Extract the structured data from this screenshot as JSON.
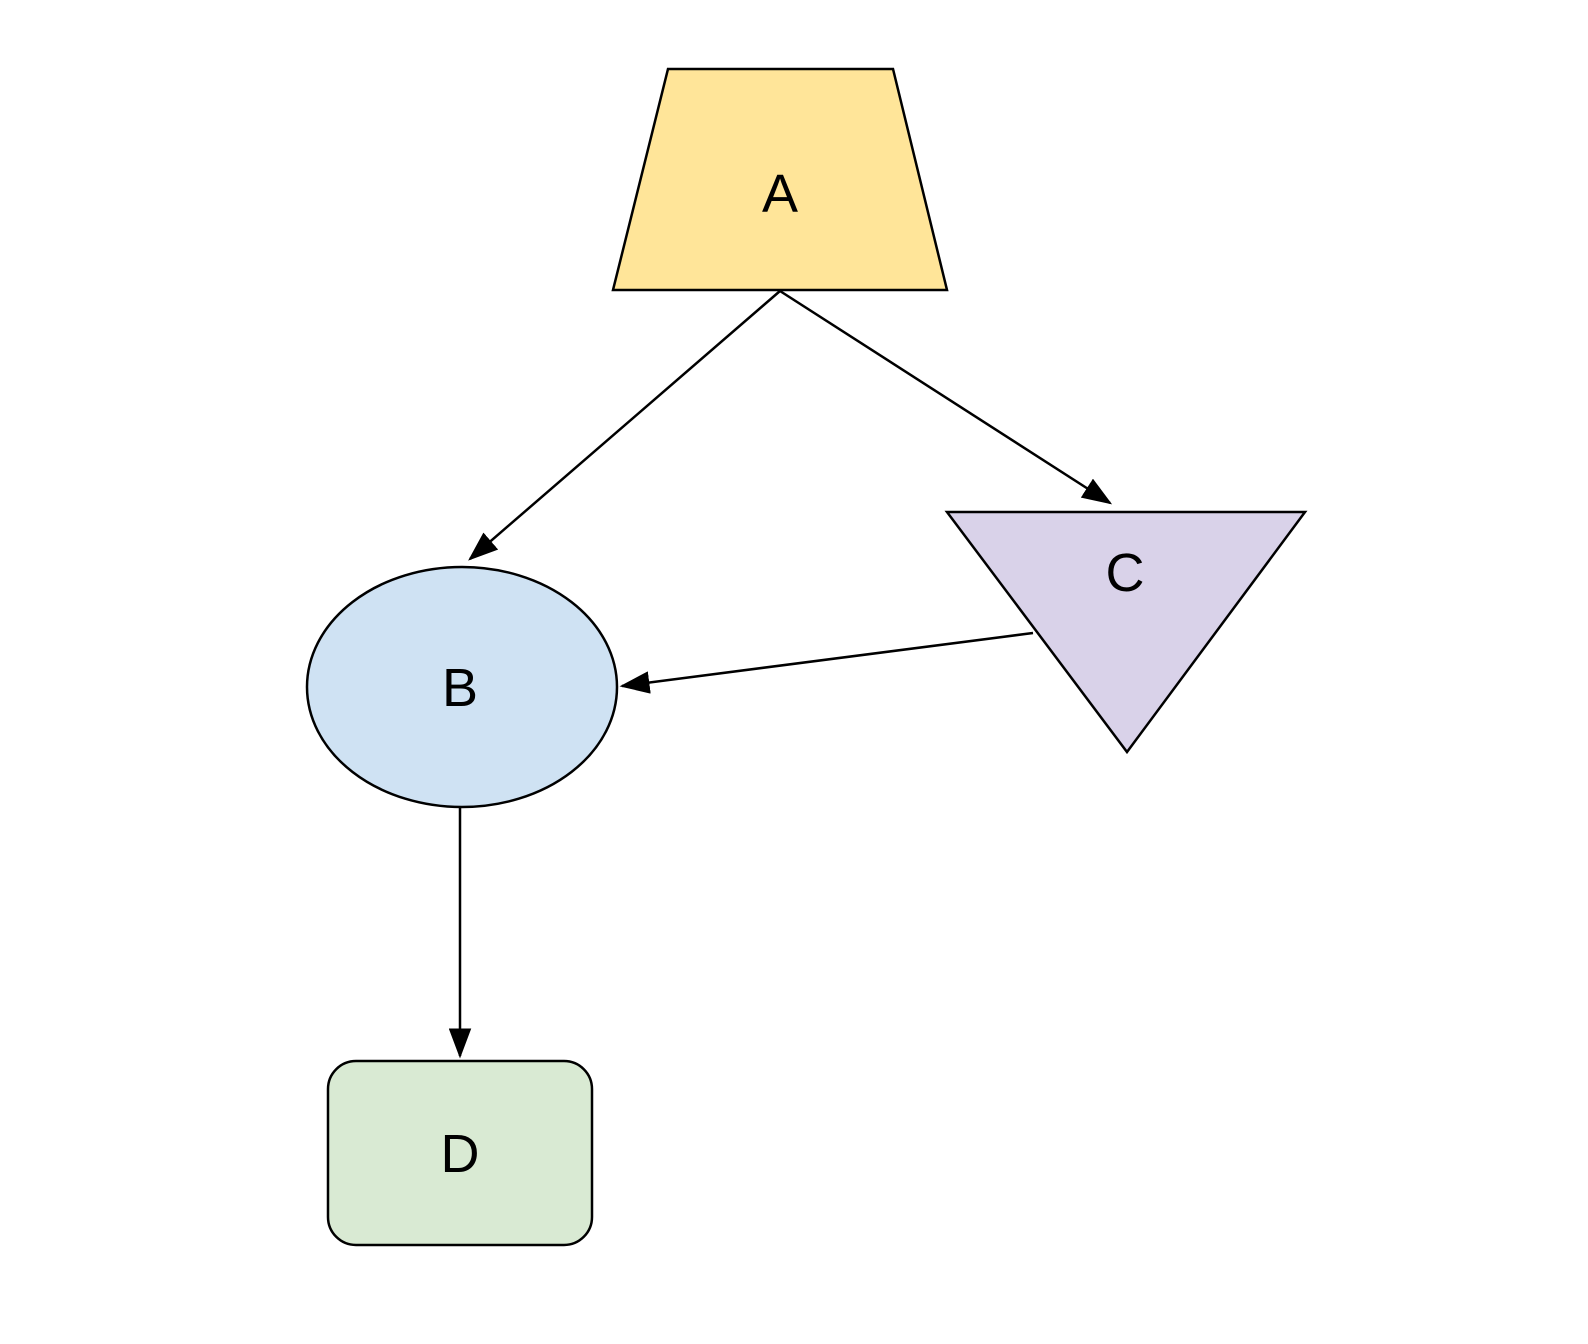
{
  "diagram": {
    "background_color": "#FFFFFF",
    "stroke_color": "#000000",
    "nodes": {
      "A": {
        "label": "A",
        "shape": "trapezoid",
        "fill": "#FFE599"
      },
      "B": {
        "label": "B",
        "shape": "ellipse",
        "fill": "#CFE2F3"
      },
      "C": {
        "label": "C",
        "shape": "inverted-triangle",
        "fill": "#D9D2E9"
      },
      "D": {
        "label": "D",
        "shape": "rounded-rectangle",
        "fill": "#D9EAD3"
      }
    },
    "edges": [
      {
        "from": "A",
        "to": "B",
        "arrowhead": "at-B"
      },
      {
        "from": "A",
        "to": "C",
        "arrowhead": "at-C"
      },
      {
        "from": "C",
        "to": "B",
        "arrowhead": "at-B"
      },
      {
        "from": "B",
        "to": "D",
        "arrowhead": "at-D"
      }
    ]
  }
}
